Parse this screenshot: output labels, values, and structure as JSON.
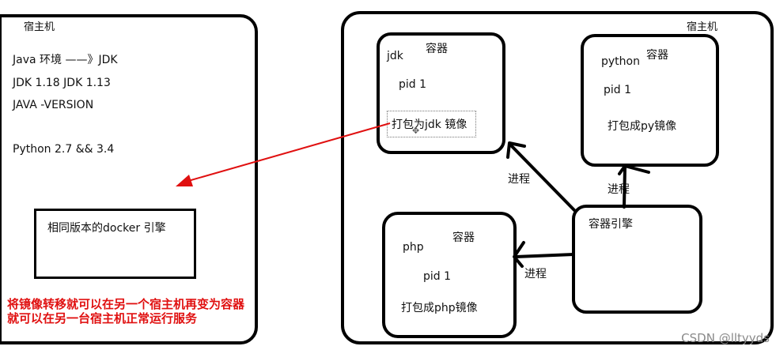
{
  "left_host": {
    "title": "宿主机",
    "lines": [
      "Java 环境 ——》JDK",
      "JDK 1.18  JDK 1.13",
      "JAVA -VERSION",
      "Python 2.7  && 3.4"
    ],
    "engine_box_label": "相同版本的docker 引擎",
    "note_line1": "将镜像转移就可以在另一个宿主机再变为容器",
    "note_line2": "就可以在另一台宿主机正常运行服务"
  },
  "right_host": {
    "title": "宿主机",
    "jdk_container": {
      "name": "jdk",
      "title": "容器",
      "pid": "pid 1",
      "action": "打包为jdk 镜像"
    },
    "python_container": {
      "name": "python",
      "title": "容器",
      "pid": "pid 1",
      "action": "打包成py镜像"
    },
    "php_container": {
      "name": "php",
      "title": "容器",
      "pid": "pid 1",
      "action": "打包成php镜像"
    },
    "engine": {
      "label": "容器引擎"
    },
    "process_labels": [
      "进程",
      "进程",
      "进程"
    ]
  },
  "colors": {
    "stroke": "#000000",
    "arrow": "#e01010",
    "note": "#e01010"
  },
  "watermark": "CSDN @lltyyds"
}
